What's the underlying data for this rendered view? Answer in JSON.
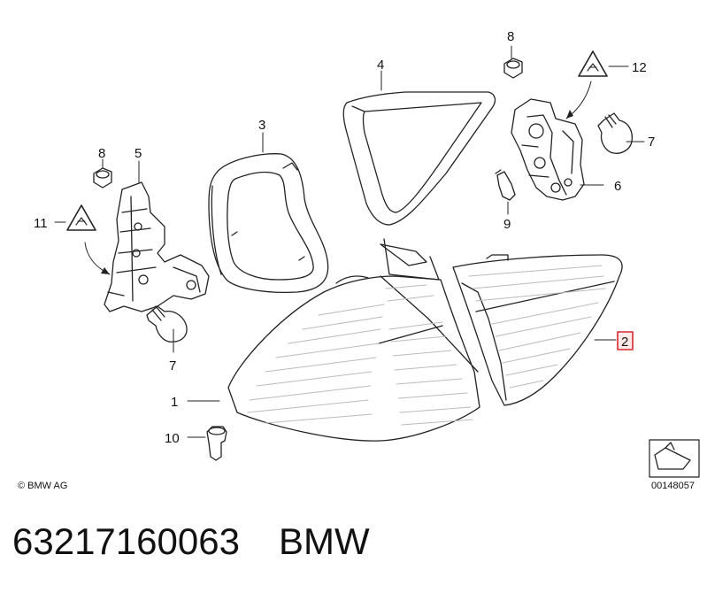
{
  "labels": {
    "l1": "1",
    "l2": "2",
    "l3": "3",
    "l4": "4",
    "l5": "5",
    "l6": "6",
    "l7a": "7",
    "l7b": "7",
    "l8a": "8",
    "l8b": "8",
    "l9": "9",
    "l10": "10",
    "l11": "11",
    "l12": "12"
  },
  "copyright": "© BMW AG",
  "diagram_id": "00148057",
  "footer": {
    "part_number": "63217160063",
    "brand": "BMW"
  },
  "colors": {
    "highlight": "#d9262e",
    "line": "#222222",
    "fill": "#ffffff"
  }
}
